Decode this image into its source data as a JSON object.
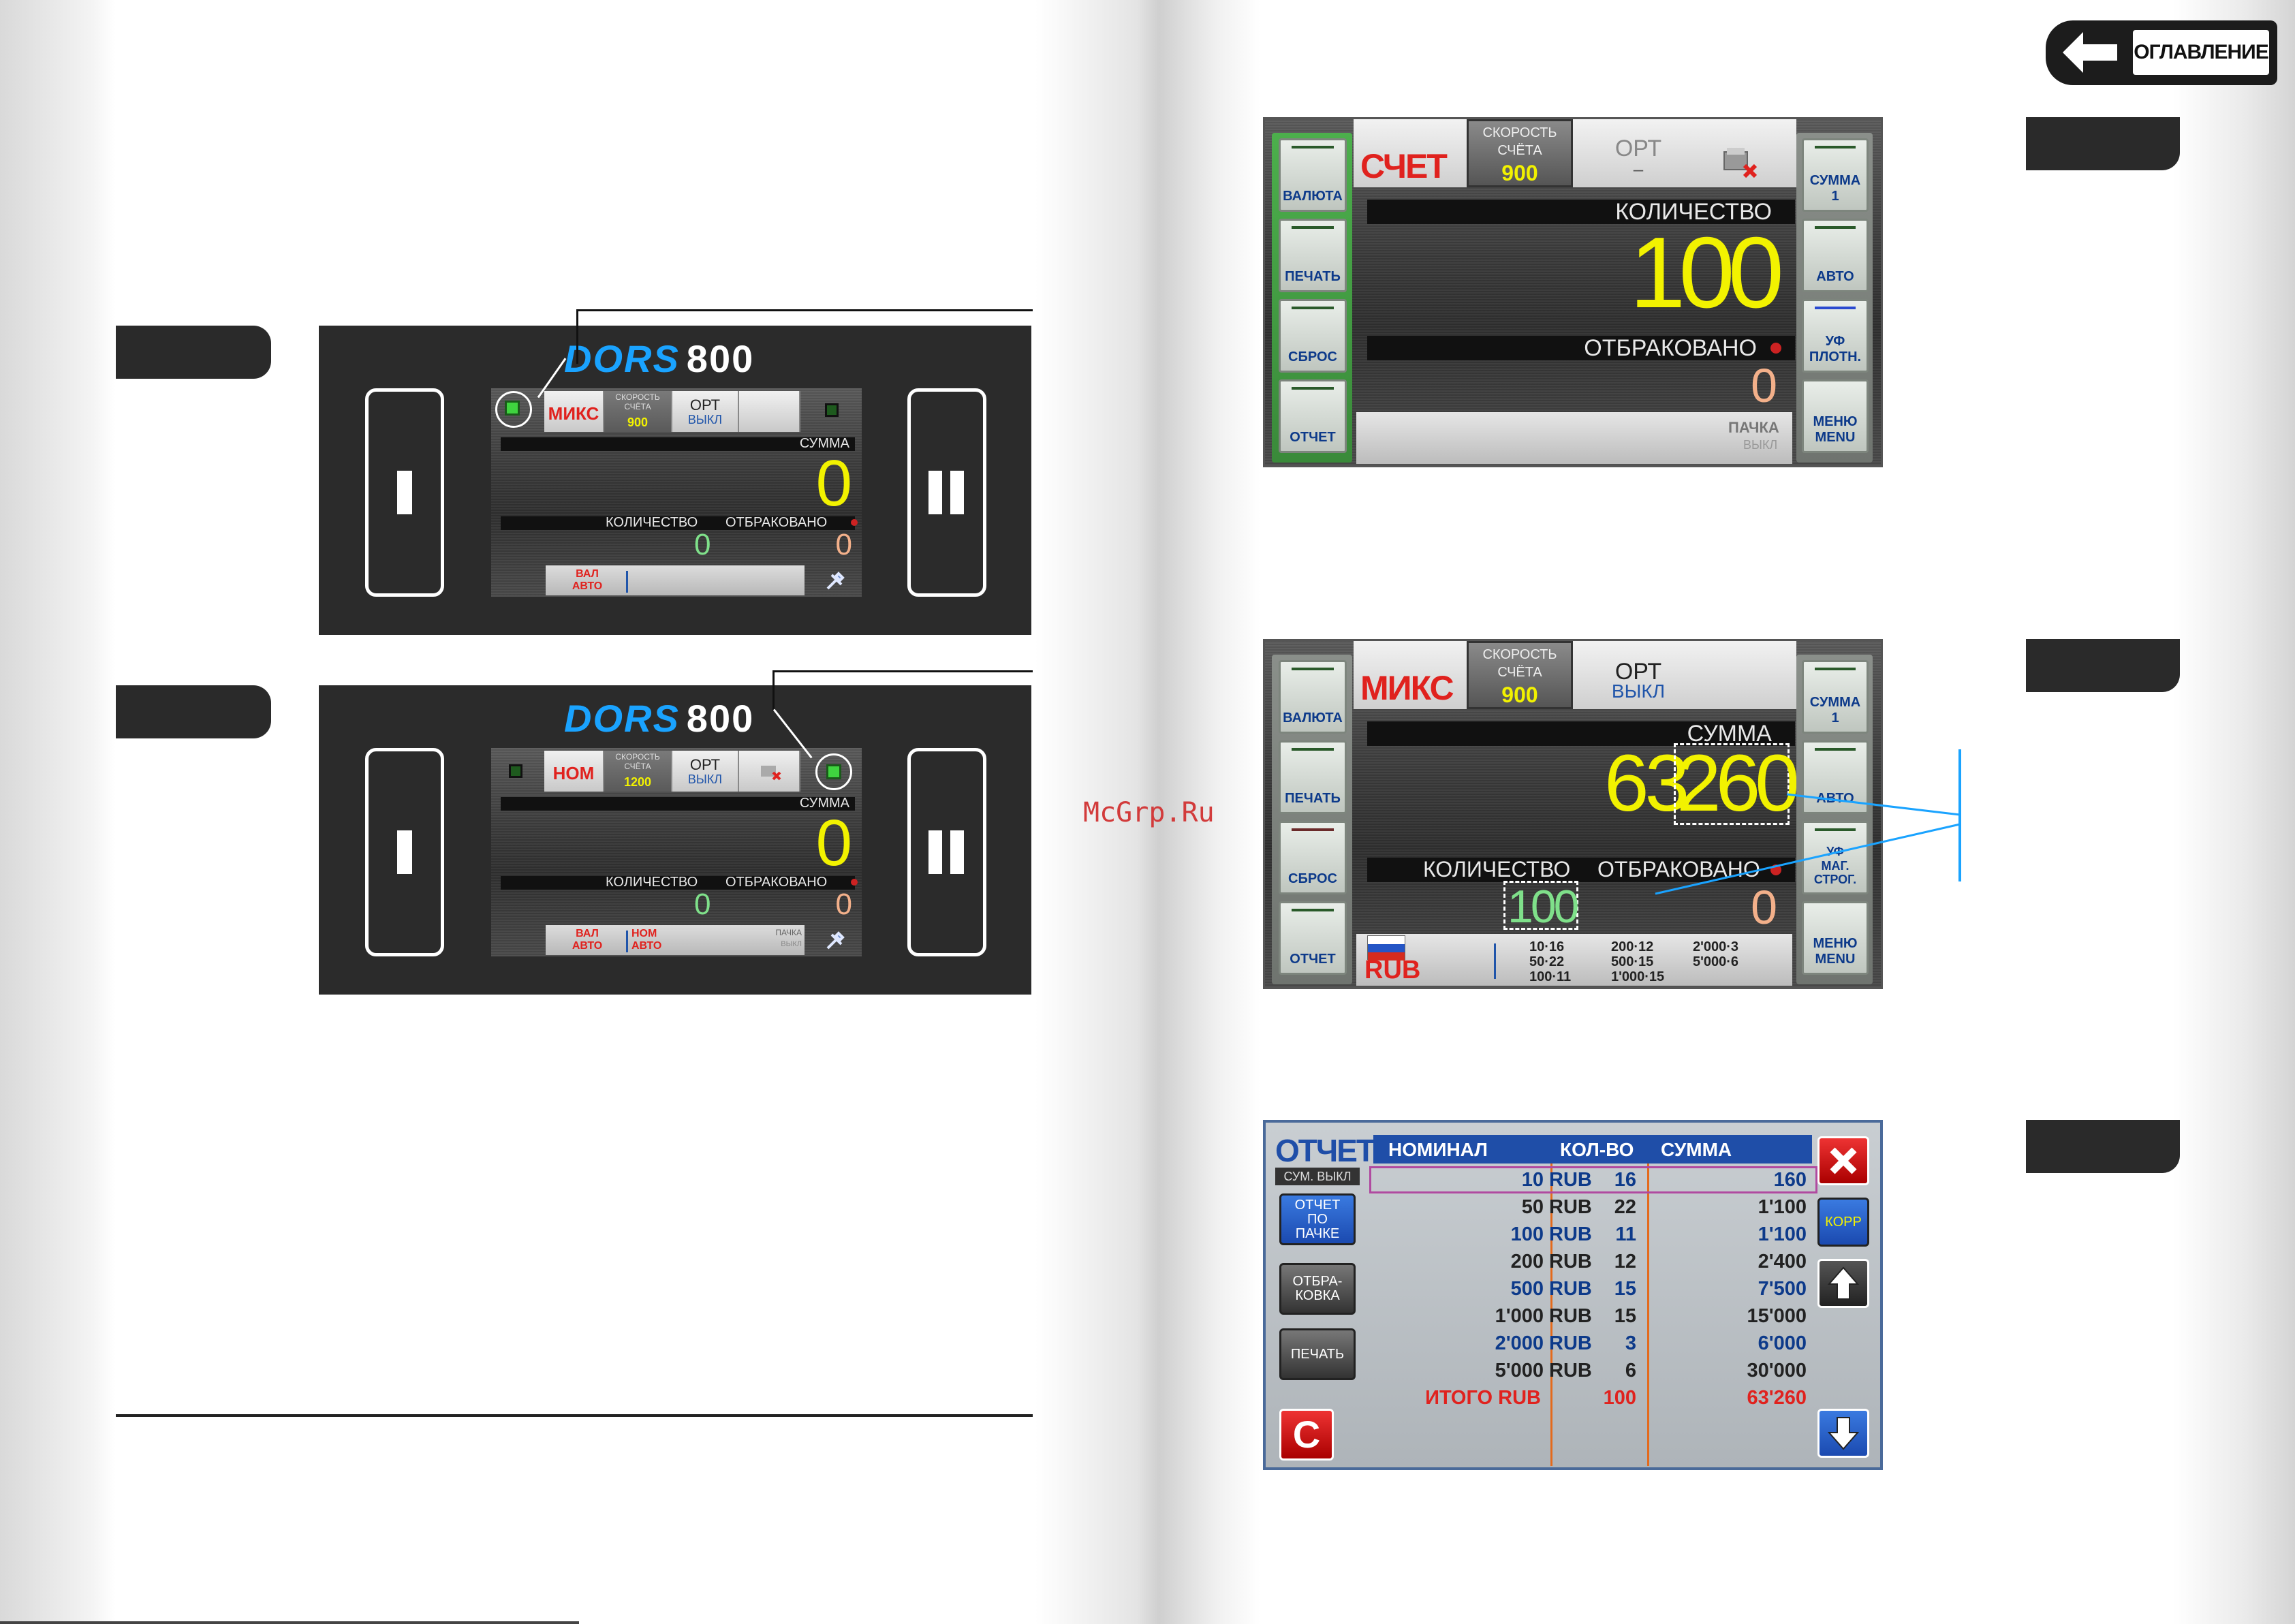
{
  "header": {
    "toc_label": "ОГЛАВЛЕНИЕ"
  },
  "watermark": "McGrp.Ru",
  "panel_top": {
    "brand": "DORS",
    "brand_model": "800",
    "mode": "МИКС",
    "speed_label": "СКОРОСТЬ СЧЁТА",
    "speed": "900",
    "ort": "ОРТ",
    "ort_state": "ВЫКЛ",
    "sum_label": "СУММА",
    "sum": "0",
    "qty_label": "КОЛИЧЕСТВО",
    "qty": "0",
    "rej_label": "ОТБРАКОВАНО",
    "rej": "0",
    "val": "ВАЛ",
    "auto": "АВТО",
    "slot_left": "I",
    "slot_right": "II"
  },
  "panel_bottom": {
    "brand": "DORS",
    "brand_model": "800",
    "mode": "НОМ",
    "speed_label": "СКОРОСТЬ СЧЁТА",
    "speed": "1200",
    "ort": "ОРТ",
    "ort_state": "ВЫКЛ",
    "sum_label": "СУММА",
    "sum": "0",
    "qty_label": "КОЛИЧЕСТВО",
    "qty": "0",
    "rej_label": "ОТБРАКОВАНО",
    "rej": "0",
    "val": "ВАЛ",
    "auto": "АВТО",
    "nom": "НОМ",
    "auto2": "АВТО",
    "pack": "ПАЧКА",
    "pack_state": "ВЫКЛ",
    "slot_left": "I",
    "slot_right": "II"
  },
  "screen1": {
    "left_buttons": [
      "ВАЛЮТА",
      "ПЕЧАТЬ",
      "СБРОС",
      "ОТЧЕТ"
    ],
    "mode": "СЧЕТ",
    "speed_label_1": "СКОРОСТЬ",
    "speed_label_2": "СЧЁТА",
    "speed": "900",
    "ort": "ОРТ",
    "ort_state": "–",
    "qty_label": "КОЛИЧЕСТВО",
    "qty": "100",
    "rej_label": "ОТБРАКОВАНО",
    "rej": "0",
    "pack": "ПАЧКА",
    "pack_state": "ВЫКЛ",
    "right_buttons": [
      {
        "l1": "СУММА",
        "l2": "1"
      },
      {
        "l1": "АВТО",
        "l2": ""
      },
      {
        "l1": "УФ",
        "l2": "ПЛОТН."
      },
      {
        "l1": "МЕНЮ",
        "l2": "MENU"
      }
    ]
  },
  "screen2": {
    "left_buttons": [
      "ВАЛЮТА",
      "ПЕЧАТЬ",
      "СБРОС",
      "ОТЧЕТ"
    ],
    "mode": "МИКС",
    "speed_label_1": "СКОРОСТЬ",
    "speed_label_2": "СЧЁТА",
    "speed": "900",
    "ort": "ОРТ",
    "ort_state": "ВЫКЛ",
    "sum_label": "СУММА",
    "sum_a": "63",
    "sum_b": "260",
    "qty_label": "КОЛИЧЕСТВО",
    "qty": "100",
    "rej_label": "ОТБРАКОВАНО",
    "rej": "0",
    "currency": "RUB",
    "denoms": [
      [
        "10·16",
        "50·22",
        "100·11"
      ],
      [
        "200·12",
        "500·15",
        "1'000·15"
      ],
      [
        "2'000·3",
        "5'000·6",
        ""
      ]
    ],
    "right_buttons": [
      {
        "l1": "СУММА",
        "l2": "1"
      },
      {
        "l1": "АВТО",
        "l2": ""
      },
      {
        "l1": "УФ",
        "l2": "МАГ.",
        "l3": "СТРОГ."
      },
      {
        "l1": "МЕНЮ",
        "l2": "MENU"
      }
    ]
  },
  "report": {
    "title": "ОТЧЕТ",
    "sum_off": "СУМ. ВЫКЛ",
    "btn_pack": "ОТЧЕТ ПО ПАЧКЕ",
    "btn_reject": "ОТБРА- КОВКА",
    "btn_print": "ПЕЧАТЬ",
    "btn_c": "C",
    "btn_corr": "КОРР",
    "headers": [
      "НОМИНАЛ",
      "КОЛ-ВО",
      "СУММА"
    ],
    "rows": [
      {
        "nom": "10",
        "cur": "RUB",
        "qty": "16",
        "sum": "160",
        "blue": true
      },
      {
        "nom": "50",
        "cur": "RUB",
        "qty": "22",
        "sum": "1'100",
        "blue": false
      },
      {
        "nom": "100",
        "cur": "RUB",
        "qty": "11",
        "sum": "1'100",
        "blue": true
      },
      {
        "nom": "200",
        "cur": "RUB",
        "qty": "12",
        "sum": "2'400",
        "blue": false
      },
      {
        "nom": "500",
        "cur": "RUB",
        "qty": "15",
        "sum": "7'500",
        "blue": true
      },
      {
        "nom": "1'000",
        "cur": "RUB",
        "qty": "15",
        "sum": "15'000",
        "blue": false
      },
      {
        "nom": "2'000",
        "cur": "RUB",
        "qty": "3",
        "sum": "6'000",
        "blue": true
      },
      {
        "nom": "5'000",
        "cur": "RUB",
        "qty": "6",
        "sum": "30'000",
        "blue": false
      }
    ],
    "total": {
      "label": "ИТОГО RUB",
      "qty": "100",
      "sum": "63'260"
    }
  },
  "colors": {
    "yellow": "#f2f200",
    "green": "#7fe08a",
    "salmon": "#f3b08a",
    "red": "#e0221e",
    "blue": "#1aa3ff",
    "navy": "#0d3a8a"
  }
}
